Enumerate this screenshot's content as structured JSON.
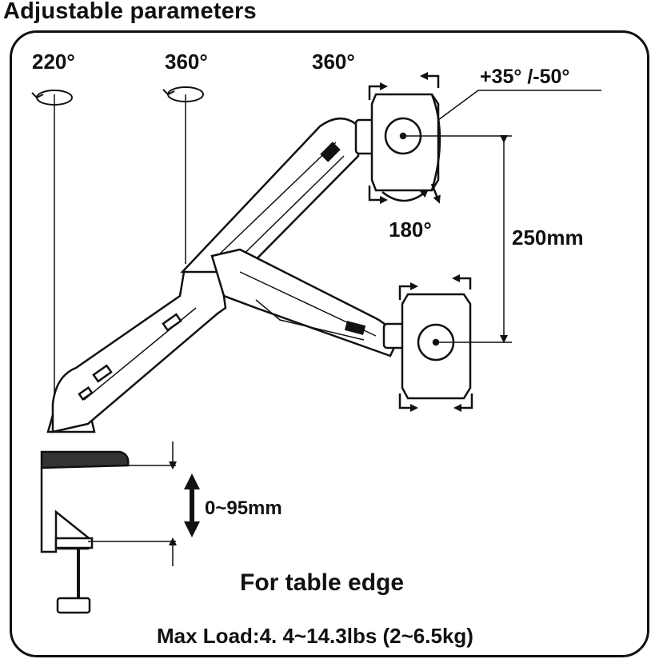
{
  "title": "Adjustable parameters",
  "labels": {
    "base_swivel": "220°",
    "arm_swivel": "360°",
    "monitor_rotate": "360°",
    "tilt": "+35° /-50°",
    "pan": "180°",
    "height_travel": "250mm",
    "clamp_range": "0~95mm"
  },
  "mount_note": "For table edge",
  "max_load": "Max Load:4. 4~14.3lbs (2~6.5kg)",
  "colors": {
    "line": "#111111",
    "arm_fill": "#ffffff",
    "background": "#ffffff"
  },
  "icons": [
    "rotation-arrow-icon",
    "double-arrow-icon",
    "corner-arrow-icon",
    "logo-badge-icon"
  ]
}
